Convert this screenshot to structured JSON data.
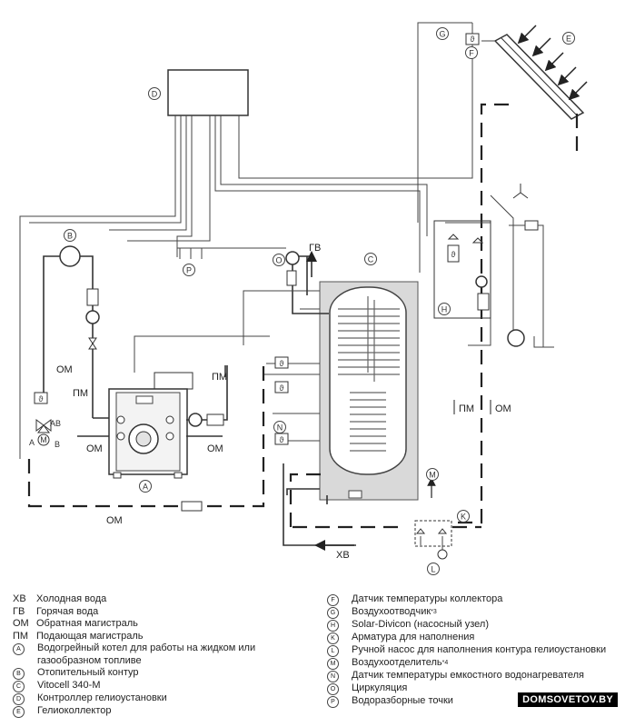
{
  "diagram": {
    "markers": {
      "A": "A",
      "B": "B",
      "C": "C",
      "D": "D",
      "E": "E",
      "F": "F",
      "G": "G",
      "H": "H",
      "K": "K",
      "L": "L",
      "M": "M",
      "N": "N",
      "O": "O",
      "P": "P"
    },
    "sensor_symbol": "ϑ",
    "labels": {
      "hot_water": "ГВ",
      "cold_water": "ХВ",
      "return": "ОМ",
      "flow": "ПМ",
      "valve_ab": "AB",
      "valve_a": "A",
      "valve_b": "B",
      "valve_m": "M"
    }
  },
  "legend": {
    "left": [
      {
        "key": "ХВ",
        "text": "Холодная вода"
      },
      {
        "key": "ГВ",
        "text": "Горячая вода"
      },
      {
        "key": "ОМ",
        "text": "Обратная магистраль"
      },
      {
        "key": "ПМ",
        "text": "Подающая магистраль"
      },
      {
        "key": "A",
        "text": "Водогрейный котел для работы на жидком или газообразном топливе"
      },
      {
        "key": "B",
        "text": "Отопительный контур"
      },
      {
        "key": "C",
        "text": "Vitocell 340-M"
      },
      {
        "key": "D",
        "text": "Контроллер гелиоустановки"
      },
      {
        "key": "E",
        "text": "Гелиоколлектор"
      }
    ],
    "right": [
      {
        "key": "F",
        "text": "Датчик температуры коллектора"
      },
      {
        "key": "G",
        "text": "Воздухоотводчик",
        "sup": "*3"
      },
      {
        "key": "H",
        "text": "Solar-Divicon (насосный узел)"
      },
      {
        "key": "K",
        "text": "Арматура для наполнения"
      },
      {
        "key": "L",
        "text": "Ручной насос для наполнения контура гелиоустановки"
      },
      {
        "key": "M",
        "text": "Воздухоотделитель",
        "sup": "*4"
      },
      {
        "key": "N",
        "text": "Датчик температуры емкостного водонагревателя"
      },
      {
        "key": "O",
        "text": "Циркуляция"
      },
      {
        "key": "P",
        "text": "Водоразборные точки"
      }
    ]
  },
  "watermark": "DOMSOVETOV.BY"
}
